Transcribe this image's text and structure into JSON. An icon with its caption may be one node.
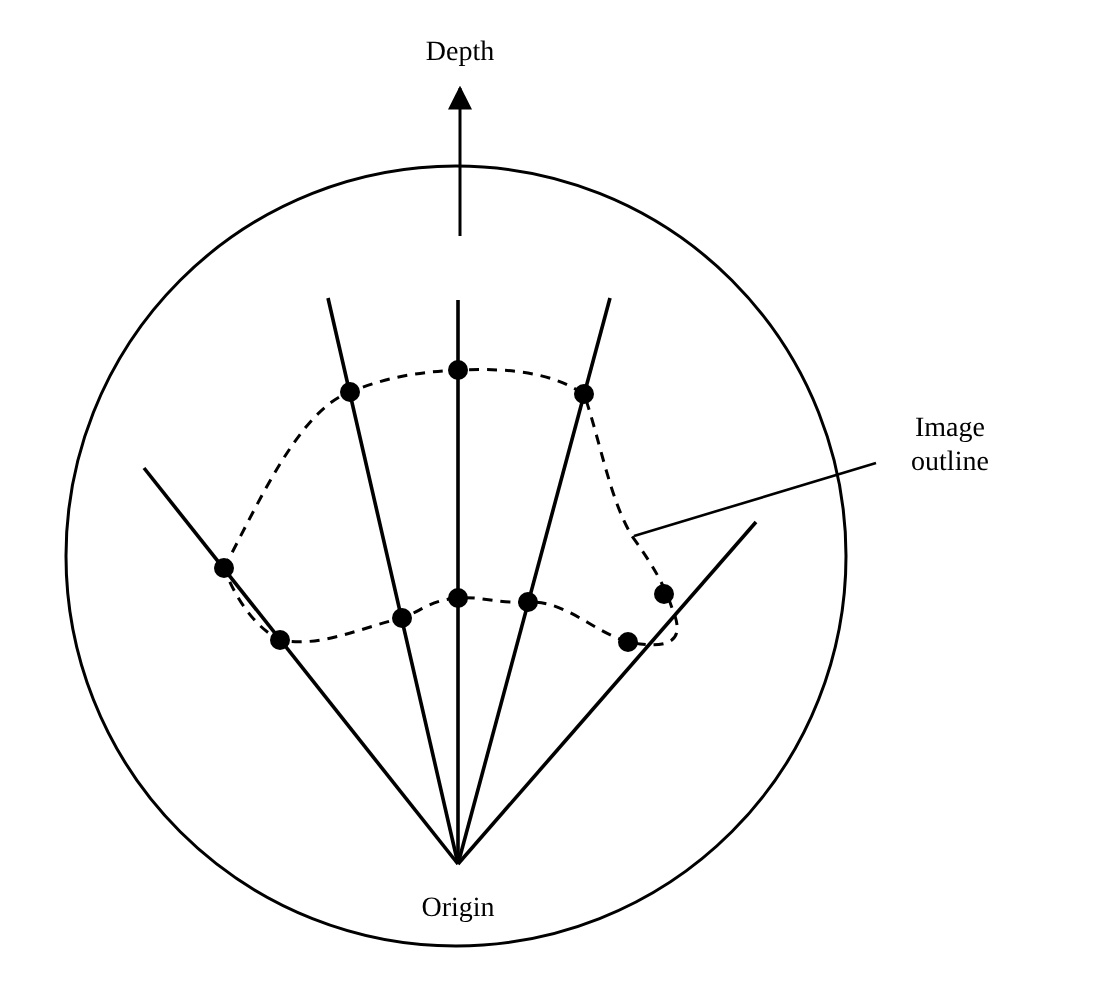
{
  "diagram": {
    "nodes": [
      {
        "text": [
          "Image outline"
        ]
      },
      {
        "text": [],
        "shape": "curve"
      }
    ],
    "edges": [
      {
        "from": 0,
        "to": 1,
        "arrow": "none"
      }
    ],
    "labels": [
      "Depth",
      "Origin"
    ]
  }
}
